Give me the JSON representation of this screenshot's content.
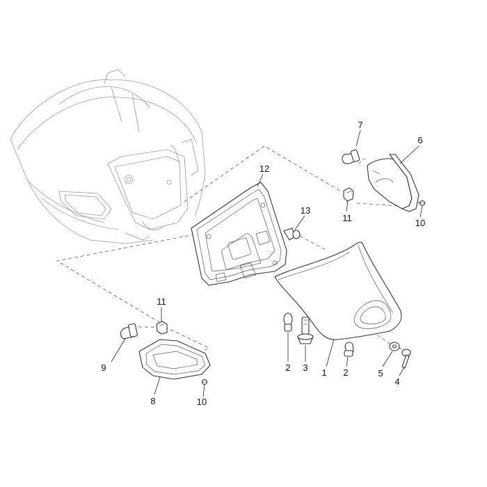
{
  "callouts": {
    "c1": "1",
    "c2a": "2",
    "c2b": "2",
    "c3": "3",
    "c4": "4",
    "c5": "5",
    "c6": "6",
    "c7": "7",
    "c8": "8",
    "c9": "9",
    "c10a": "10",
    "c10b": "10",
    "c11a": "11",
    "c11b": "11",
    "c12": "12",
    "c13": "13"
  }
}
